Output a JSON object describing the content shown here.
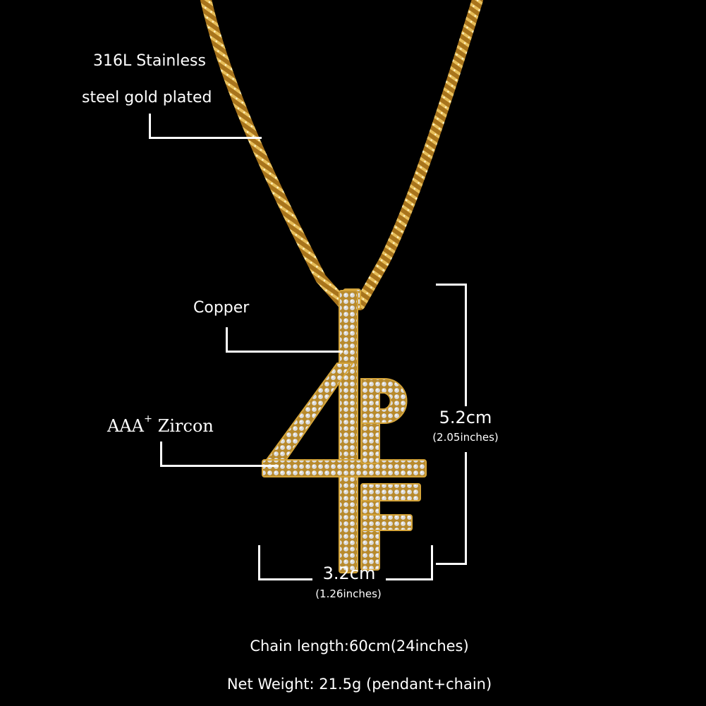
{
  "product": {
    "type": "pendant necklace",
    "pendant_text": "4PF",
    "colors": {
      "background": "#000000",
      "gold": "#c8932e",
      "gold_light": "#e8bf5a",
      "stones": "#e6e6e6",
      "annotation": "#ffffff"
    }
  },
  "callouts": {
    "chain_material_line1": "316L Stainless",
    "chain_material_line2": "steel gold plated",
    "bail_material": "Copper",
    "stone_prefix": "AAA",
    "stone_sup": "+",
    "stone_name": "Zircon"
  },
  "dimensions": {
    "height_cm": "5.2cm",
    "height_in": "(2.05inches)",
    "width_cm": "3.2cm",
    "width_in": "(1.26inches)"
  },
  "specs": {
    "chain_length": "Chain length:60cm(24inches)",
    "net_weight": "Net Weight: 21.5g (pendant+chain)"
  }
}
